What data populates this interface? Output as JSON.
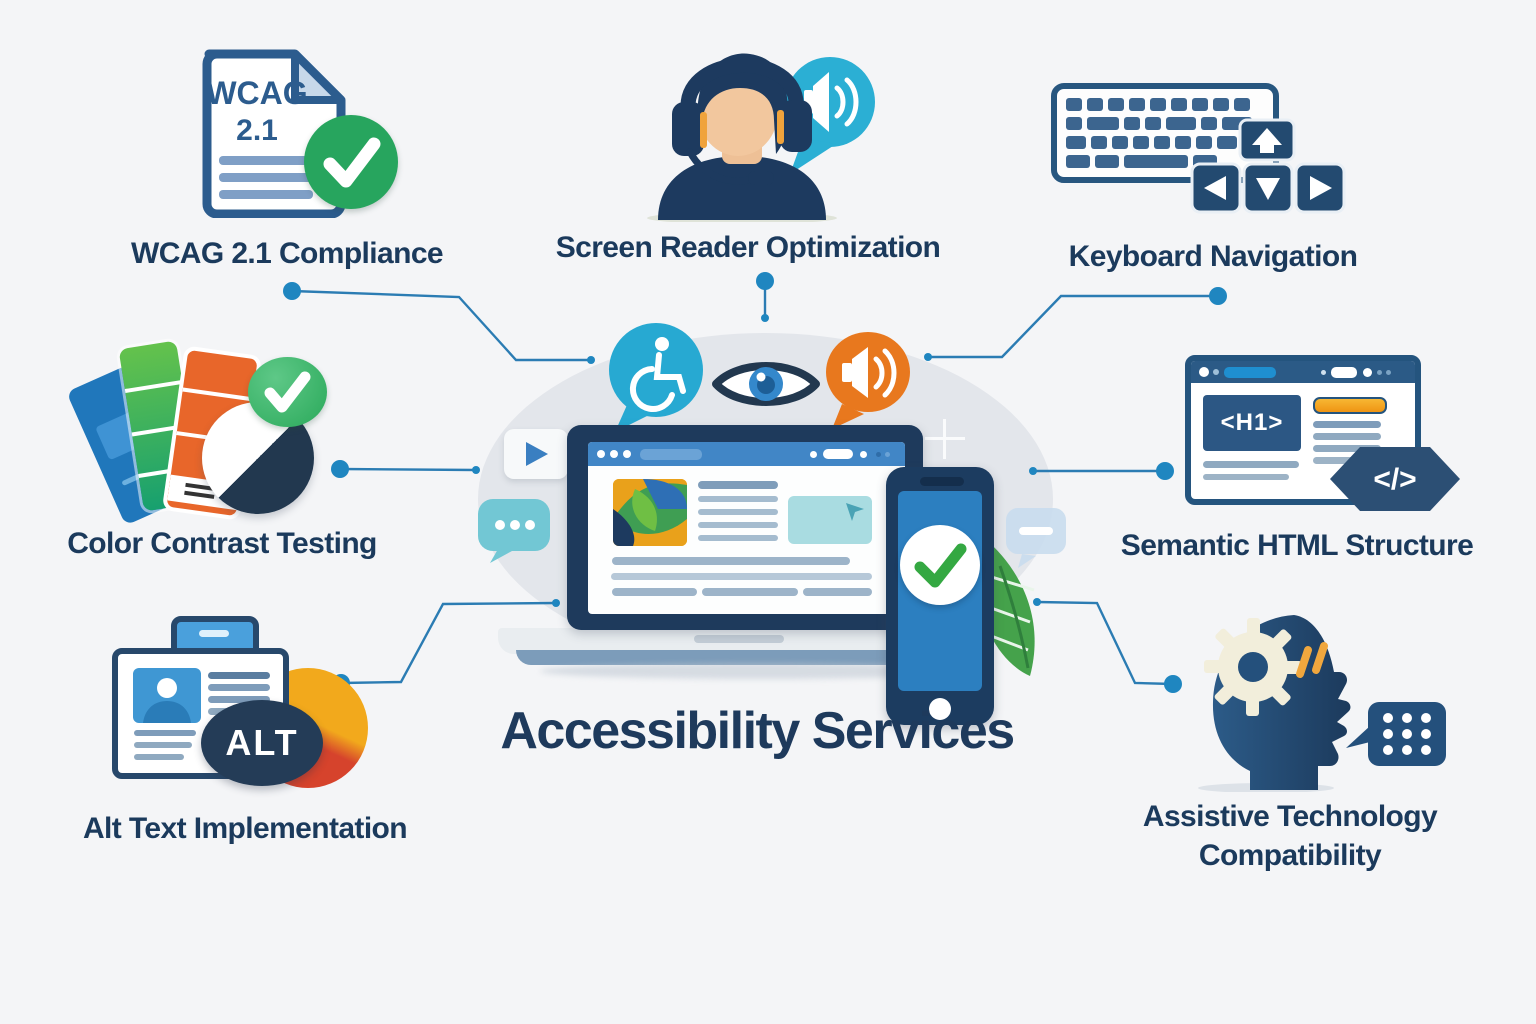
{
  "title": "Accessibility Services",
  "features": {
    "wcag": {
      "label": "WCAG 2.1 Compliance",
      "doc_title": "WCAG",
      "doc_version": "2.1"
    },
    "screen_reader": {
      "label": "Screen Reader Optimization"
    },
    "keyboard": {
      "label": "Keyboard Navigation"
    },
    "color_contrast": {
      "label": "Color Contrast Testing"
    },
    "semantic_html": {
      "label": "Semantic HTML Structure",
      "heading_tag": "<H1>",
      "code_glyph": "</>"
    },
    "alt_text": {
      "label": "Alt Text Implementation",
      "badge": "ALT"
    },
    "assistive_tech": {
      "label_line1": "Assistive Technology",
      "label_line2": "Compatibility"
    }
  },
  "colors": {
    "background": "#f4f5f7",
    "navy_text": "#1b3a5c",
    "connector_line": "#2b7cb3",
    "connector_dot": "#1f86c0",
    "accent_cyan": "#29a9d2",
    "accent_orange": "#e8781e",
    "accent_green": "#27a55e",
    "laptop_navy": "#1e3a5c",
    "browser_blue": "#4186c6"
  }
}
